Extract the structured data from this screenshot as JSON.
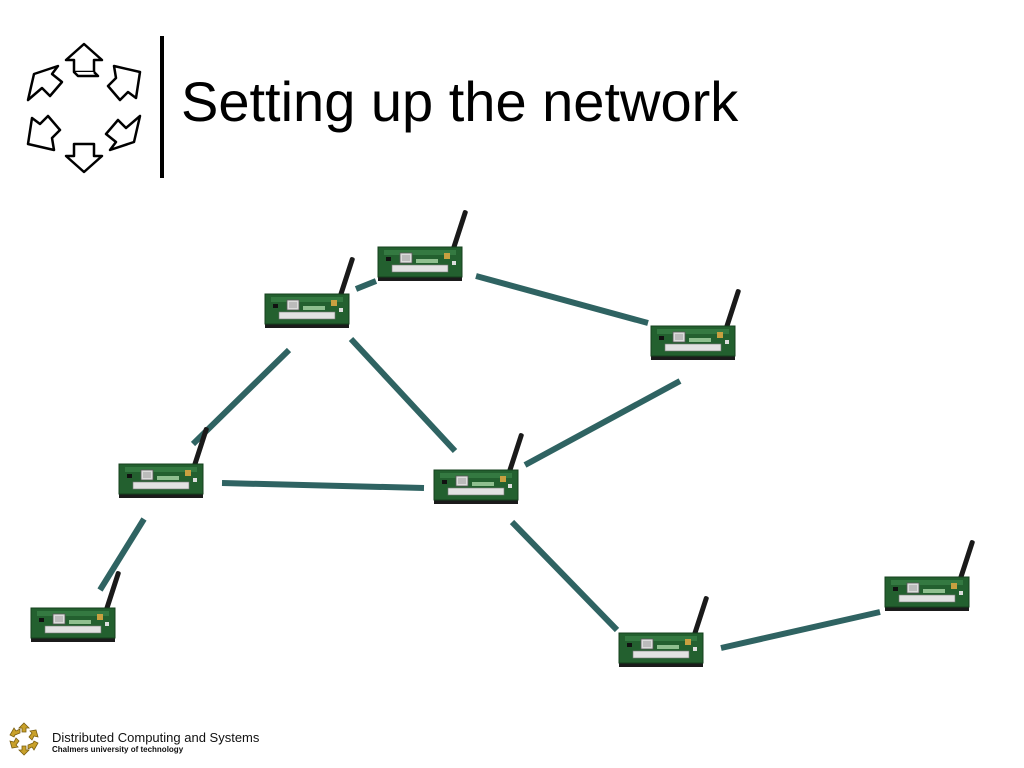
{
  "slide": {
    "title": "Setting up the network"
  },
  "footer": {
    "org_name": "Distributed Computing and Systems",
    "university": "Chalmers university of technology"
  },
  "icons": {
    "header_logo": "hexagon-arrows-logo",
    "footer_logo": "hexagon-arrows-logo-small",
    "node": "sensor-node-board-with-antenna"
  },
  "colors": {
    "link": "#2F6362",
    "board": "#23602F",
    "footer_logo": "#C9A12A"
  },
  "network": {
    "nodes": [
      "n1",
      "n2",
      "n3",
      "n4",
      "n5",
      "n6",
      "n7",
      "n8"
    ],
    "links": [
      [
        "n1",
        "n2"
      ],
      [
        "n1",
        "n3"
      ],
      [
        "n2",
        "n4"
      ],
      [
        "n2",
        "n5"
      ],
      [
        "n3",
        "n5"
      ],
      [
        "n4",
        "n5"
      ],
      [
        "n4",
        "n6"
      ],
      [
        "n5",
        "n7"
      ],
      [
        "n7",
        "n8"
      ]
    ]
  }
}
